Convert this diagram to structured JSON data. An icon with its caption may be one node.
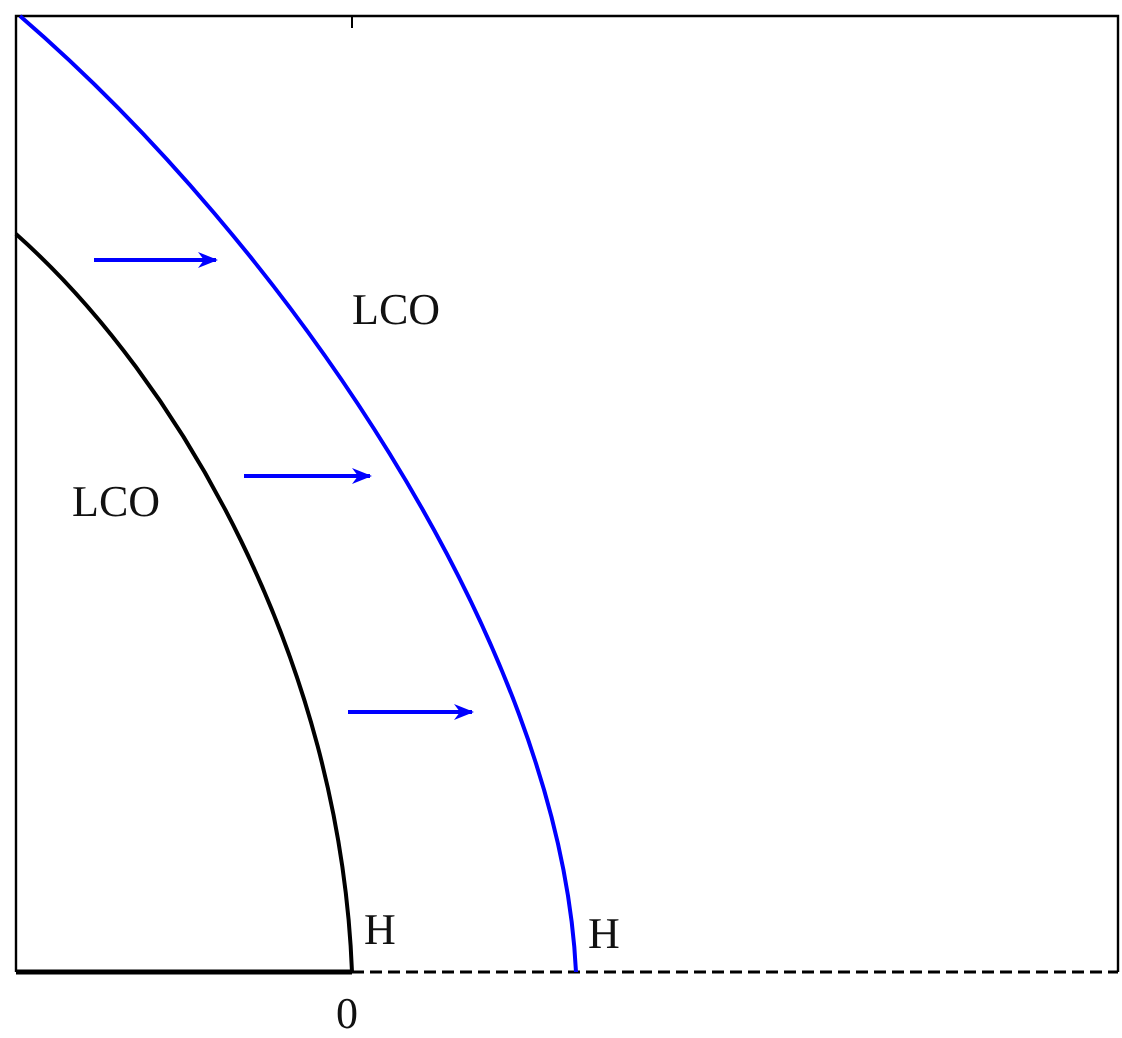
{
  "diagram": {
    "labels": [
      "LCO",
      "LCO",
      "H",
      "H",
      "0"
    ]
  }
}
